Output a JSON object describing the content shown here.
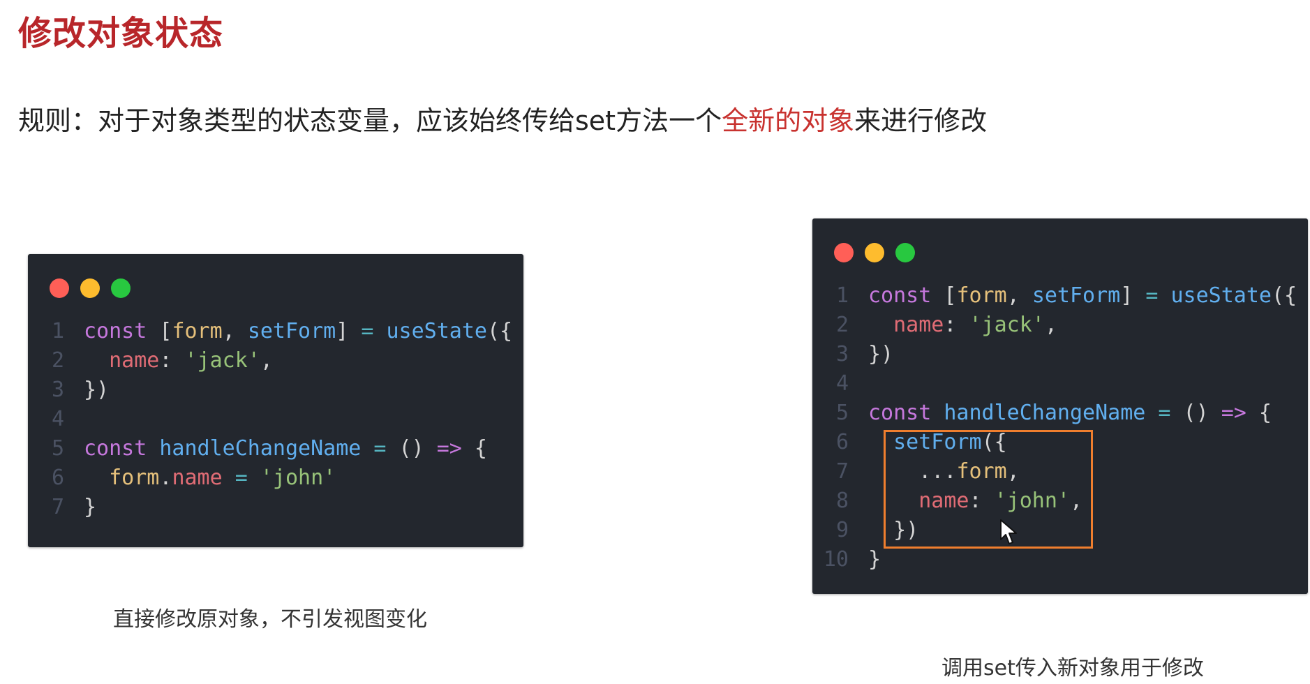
{
  "title": "修改对象状态",
  "rule": {
    "prefix": "规则：对于对象类型的状态变量，应该始终传给set方法一个",
    "highlight": "全新的对象",
    "suffix": "来进行修改"
  },
  "colors": {
    "title": "#b8262a",
    "highlight": "#c8322f",
    "code_bg": "#23272e",
    "box_border": "#ef7e2e"
  },
  "left_example": {
    "lines": [
      {
        "n": "1",
        "tokens": [
          [
            "kw",
            "const"
          ],
          [
            "pn",
            " ["
          ],
          [
            "var",
            "form"
          ],
          [
            "pn",
            ", "
          ],
          [
            "fn",
            "setForm"
          ],
          [
            "pn",
            "] "
          ],
          [
            "op",
            "="
          ],
          [
            "pn",
            " "
          ],
          [
            "fn",
            "useState"
          ],
          [
            "pn",
            "({"
          ]
        ]
      },
      {
        "n": "2",
        "tokens": [
          [
            "pn",
            "  "
          ],
          [
            "prop",
            "name"
          ],
          [
            "pn",
            ": "
          ],
          [
            "str",
            "'jack'"
          ],
          [
            "pn",
            ","
          ]
        ]
      },
      {
        "n": "3",
        "tokens": [
          [
            "pn",
            "})"
          ]
        ]
      },
      {
        "n": "4",
        "tokens": []
      },
      {
        "n": "5",
        "tokens": [
          [
            "kw",
            "const"
          ],
          [
            "pn",
            " "
          ],
          [
            "fn",
            "handleChangeName"
          ],
          [
            "pn",
            " "
          ],
          [
            "op",
            "="
          ],
          [
            "pn",
            " () "
          ],
          [
            "kw",
            "=>"
          ],
          [
            "pn",
            " {"
          ]
        ]
      },
      {
        "n": "6",
        "tokens": [
          [
            "pn",
            "  "
          ],
          [
            "var",
            "form"
          ],
          [
            "pn",
            "."
          ],
          [
            "prop",
            "name"
          ],
          [
            "pn",
            " "
          ],
          [
            "op",
            "="
          ],
          [
            "pn",
            " "
          ],
          [
            "str",
            "'john'"
          ]
        ]
      },
      {
        "n": "7",
        "tokens": [
          [
            "pn",
            "}"
          ]
        ]
      }
    ],
    "caption": "直接修改原对象，不引发视图变化"
  },
  "right_example": {
    "lines": [
      {
        "n": "1",
        "tokens": [
          [
            "kw",
            "const"
          ],
          [
            "pn",
            " ["
          ],
          [
            "var",
            "form"
          ],
          [
            "pn",
            ", "
          ],
          [
            "fn",
            "setForm"
          ],
          [
            "pn",
            "] "
          ],
          [
            "op",
            "="
          ],
          [
            "pn",
            " "
          ],
          [
            "fn",
            "useState"
          ],
          [
            "pn",
            "({"
          ]
        ]
      },
      {
        "n": "2",
        "tokens": [
          [
            "pn",
            "  "
          ],
          [
            "prop",
            "name"
          ],
          [
            "pn",
            ": "
          ],
          [
            "str",
            "'jack'"
          ],
          [
            "pn",
            ","
          ]
        ]
      },
      {
        "n": "3",
        "tokens": [
          [
            "pn",
            "})"
          ]
        ]
      },
      {
        "n": "4",
        "tokens": []
      },
      {
        "n": "5",
        "tokens": [
          [
            "kw",
            "const"
          ],
          [
            "pn",
            " "
          ],
          [
            "fn",
            "handleChangeName"
          ],
          [
            "pn",
            " "
          ],
          [
            "op",
            "="
          ],
          [
            "pn",
            " () "
          ],
          [
            "kw",
            "=>"
          ],
          [
            "pn",
            " {"
          ]
        ]
      },
      {
        "n": "6",
        "tokens": [
          [
            "pn",
            "  "
          ],
          [
            "fn",
            "setForm"
          ],
          [
            "pn",
            "({"
          ]
        ]
      },
      {
        "n": "7",
        "tokens": [
          [
            "pn",
            "    ..."
          ],
          [
            "var",
            "form"
          ],
          [
            "pn",
            ","
          ]
        ]
      },
      {
        "n": "8",
        "tokens": [
          [
            "pn",
            "    "
          ],
          [
            "prop",
            "name"
          ],
          [
            "pn",
            ": "
          ],
          [
            "str",
            "'john'"
          ],
          [
            "pn",
            ","
          ]
        ]
      },
      {
        "n": "9",
        "tokens": [
          [
            "pn",
            "  })"
          ]
        ]
      },
      {
        "n": "10",
        "tokens": [
          [
            "pn",
            "}"
          ]
        ]
      }
    ],
    "caption": "调用set传入新对象用于修改"
  }
}
